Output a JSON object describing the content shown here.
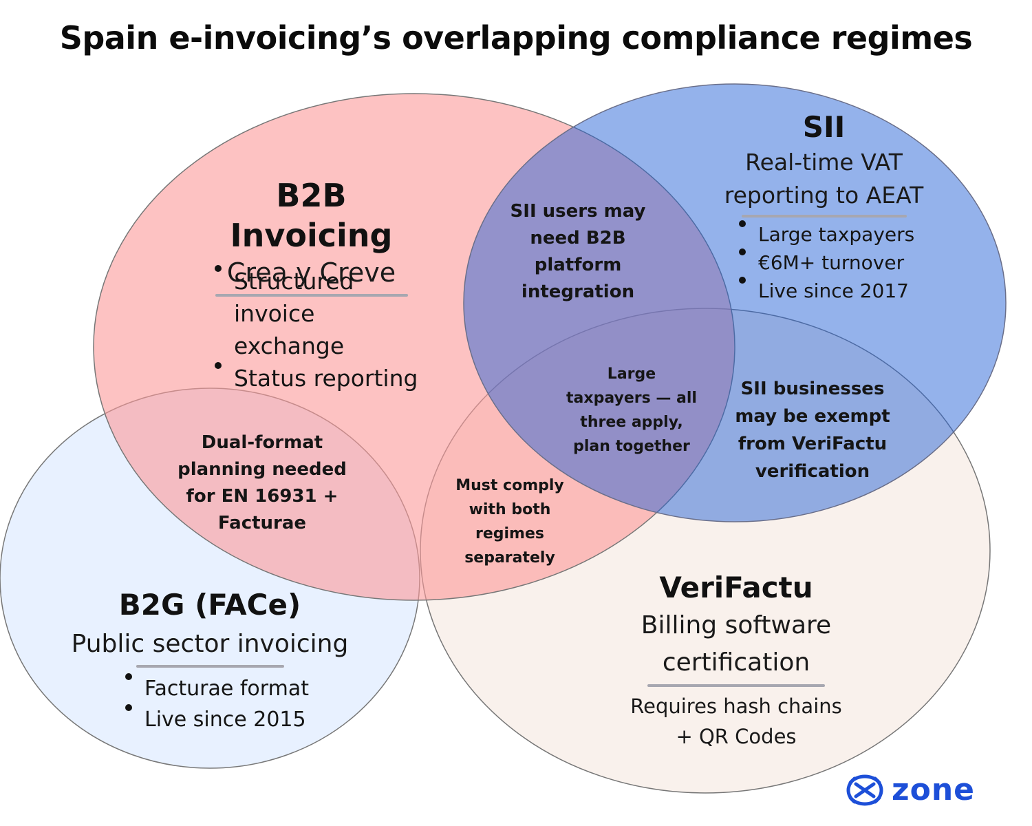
{
  "title": "Spain e-invoicing’s overlapping compliance regimes",
  "regimes": {
    "b2b": {
      "name": "B2B Invoicing",
      "subtitle": "Crea y Creve",
      "bullets": [
        "Structured",
        "invoice exchange",
        "Status reporting"
      ],
      "color": "#fc9a9a"
    },
    "sii": {
      "name": "SII",
      "subtitle_lines": [
        "Real-time VAT",
        "reporting to AEAT"
      ],
      "bullets": [
        "Large taxpayers",
        "€6M+ turnover",
        "Live since 2017"
      ],
      "color": "#6a9ae8"
    },
    "b2g": {
      "name": "B2G (FACe)",
      "subtitle": "Public sector invoicing",
      "bullets": [
        "Facturae format",
        "Live since 2015"
      ],
      "color": "#e6efff"
    },
    "verifactu": {
      "name": "VeriFactu",
      "subtitle_lines": [
        "Billing software",
        "certification"
      ],
      "note_lines": [
        "Requires hash chains",
        "+ QR Codes"
      ],
      "color": "#f8efe9"
    }
  },
  "overlaps": {
    "b2b_sii": [
      "SII users may",
      "need B2B",
      "platform",
      "integration"
    ],
    "b2b_b2g": [
      "Dual-format",
      "planning needed",
      "for EN 16931 +",
      "Facturae"
    ],
    "center": [
      "Large",
      "taxpayers — all",
      "three apply,",
      "plan together"
    ],
    "sii_verifactu": [
      "SII businesses",
      "may be exempt",
      "from VeriFactu",
      "verification"
    ],
    "b2b_verifactu": [
      "Must comply",
      "with both",
      "regimes",
      "separately"
    ]
  },
  "logo": {
    "text": "zone",
    "color": "#1d4fd8"
  }
}
